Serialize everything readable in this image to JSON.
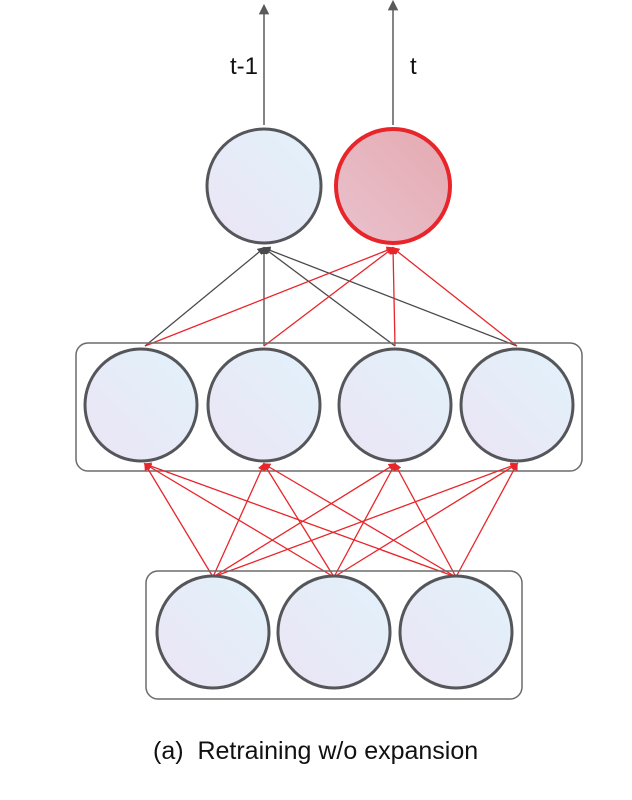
{
  "diagram": {
    "outputs": {
      "prev_task_label": "t-1",
      "curr_task_label": "t"
    },
    "caption": "(a)  Retraining w/o expansion"
  },
  "colors": {
    "node_stroke": "#55565a",
    "highlight": "#e8252a",
    "gray_edge": "#4a4a4a",
    "red_edge": "#e8252a",
    "box_stroke": "#6b6b6b"
  }
}
